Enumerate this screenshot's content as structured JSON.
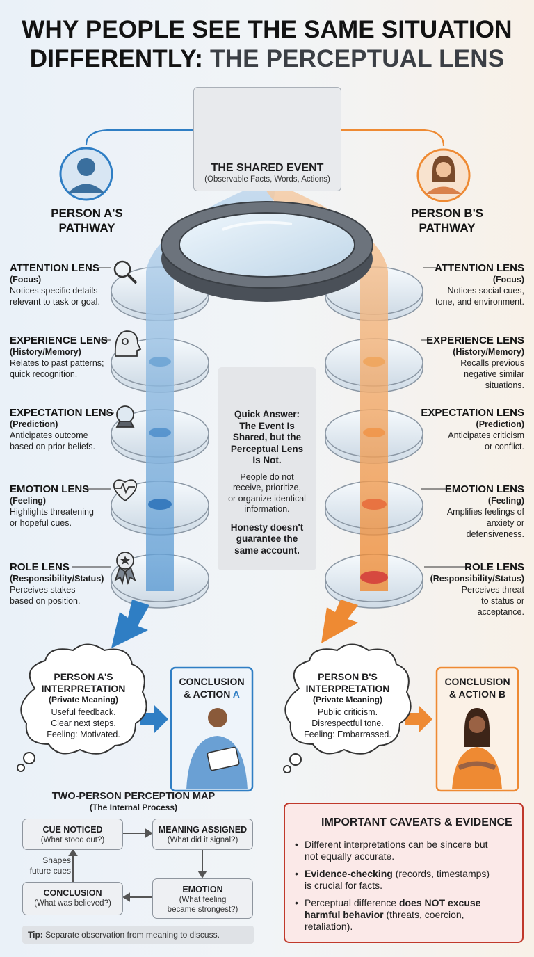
{
  "title": {
    "line1": "WHY PEOPLE SEE THE SAME SITUATION",
    "line2a": "DIFFERENTLY:",
    "line2b": "THE PERCEPTUAL LENS"
  },
  "event": {
    "title": "THE SHARED EVENT",
    "subtitle": "(Observable Facts, Words, Actions)"
  },
  "person_a": {
    "pathway": [
      "PERSON A'S",
      "PATHWAY"
    ],
    "lenses": [
      {
        "name": "ATTENTION LENS",
        "sub": "(Focus)",
        "desc": [
          "Notices specific details",
          "relevant to task or goal."
        ]
      },
      {
        "name": "EXPERIENCE LENS",
        "sub": "(History/Memory)",
        "desc": [
          "Relates to past patterns;",
          "quick recognition."
        ]
      },
      {
        "name": "EXPECTATION LENS",
        "sub": "(Prediction)",
        "desc": [
          "Anticipates outcome",
          "based on prior beliefs."
        ]
      },
      {
        "name": "EMOTION LENS",
        "sub": "(Feeling)",
        "desc": [
          "Highlights threatening",
          "or hopeful cues."
        ]
      },
      {
        "name": "ROLE LENS",
        "sub": "(Responsibility/Status)",
        "desc": [
          "Perceives stakes",
          "based on position."
        ]
      }
    ],
    "interp": {
      "title1": "PERSON A'S",
      "title2": "INTERPRETATION",
      "sub": "(Private Meaning)",
      "lines": [
        "Useful feedback.",
        "Clear next steps.",
        "Feeling: Motivated."
      ]
    },
    "conclusion": {
      "line1": "CONCLUSION",
      "line2a": "& ACTION",
      "line2b": "A"
    }
  },
  "person_b": {
    "pathway": [
      "PERSON B'S",
      "PATHWAY"
    ],
    "lenses": [
      {
        "name": "ATTENTION LENS",
        "sub": "(Focus)",
        "desc": [
          "Notices social cues,",
          "tone, and environment."
        ]
      },
      {
        "name": "EXPERIENCE LENS",
        "sub": "(History/Memory)",
        "desc": [
          "Recalls previous",
          "negative similar",
          "situations."
        ]
      },
      {
        "name": "EXPECTATION LENS",
        "sub": "(Prediction)",
        "desc": [
          "Anticipates criticism",
          "or conflict."
        ]
      },
      {
        "name": "EMOTION LENS",
        "sub": "(Feeling)",
        "desc": [
          "Amplifies feelings of",
          "anxiety or",
          "defensiveness."
        ]
      },
      {
        "name": "ROLE LENS",
        "sub": "(Responsibility/Status)",
        "desc": [
          "Perceives threat",
          "to status or",
          "acceptance."
        ]
      }
    ],
    "interp": {
      "title1": "PERSON B'S",
      "title2": "INTERPRETATION",
      "sub": "(Private Meaning)",
      "lines": [
        "Public criticism.",
        "Disrespectful tone.",
        "Feeling: Embarrassed."
      ]
    },
    "conclusion": {
      "line1": "CONCLUSION",
      "line2": "& ACTION B"
    }
  },
  "quick": {
    "head": [
      "Quick Answer:",
      "The Event Is",
      "Shared, but the",
      "Perceptual Lens",
      "Is Not."
    ],
    "body": [
      "People do not",
      "receive, prioritize,",
      "or organize identical",
      "information."
    ],
    "foot": [
      "Honesty doesn't",
      "guarantee the",
      "same account."
    ]
  },
  "map": {
    "title": "TWO-PERSON PERCEPTION MAP",
    "subtitle": "(The Internal Process)",
    "cue": {
      "t": "CUE NOTICED",
      "d": "(What stood out?)"
    },
    "meaning": {
      "t": "MEANING ASSIGNED",
      "d": "(What did it signal?)"
    },
    "emotion": {
      "t": "EMOTION",
      "d1": "(What feeling",
      "d2": "became strongest?)"
    },
    "conclusion": {
      "t": "CONCLUSION",
      "d": "(What was believed?)"
    },
    "shapes": [
      "Shapes",
      "future cues"
    ],
    "tip_label": "Tip:",
    "tip_text": "Separate observation from meaning to discuss."
  },
  "caveats": {
    "title": "IMPORTANT CAVEATS & EVIDENCE",
    "i1": [
      "Different interpretations can be sincere but",
      "not equally accurate."
    ],
    "i2_bold": "Evidence-checking",
    "i2_rest": " (records, timestamps)",
    "i2_line2": "is crucial for facts.",
    "i3_pre": "Perceptual difference ",
    "i3_bold": "does NOT excuse",
    "i3_bold2": "harmful behavior",
    "i3_rest": " (threats, coercion,",
    "i3_line3": "retaliation)."
  },
  "colors": {
    "blue": "#2f7ec4",
    "orange": "#ee8a33",
    "red": "#c0392b"
  }
}
